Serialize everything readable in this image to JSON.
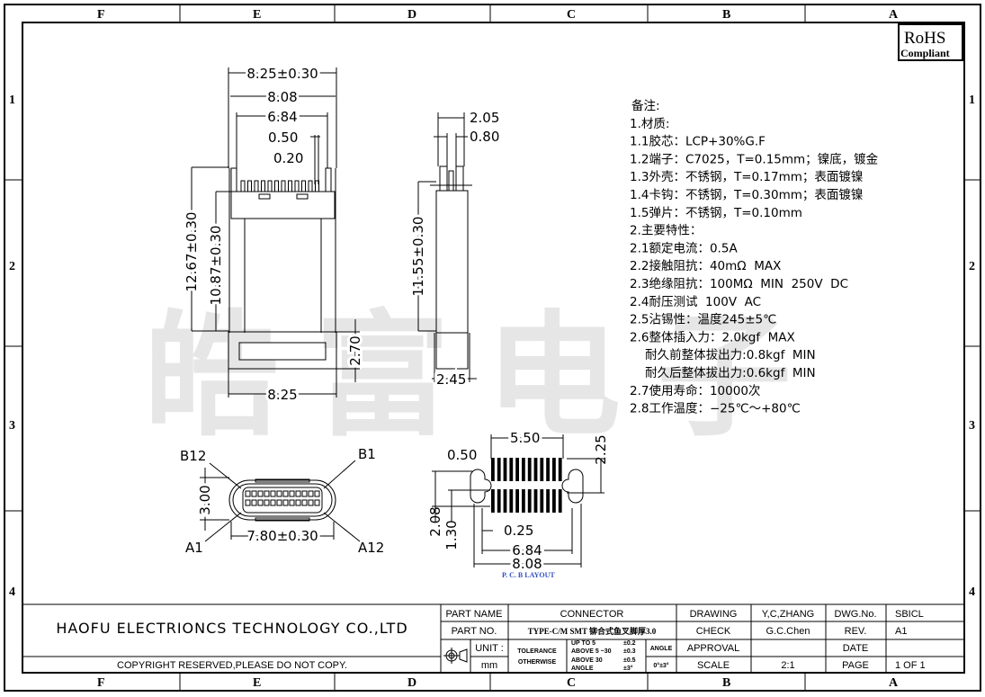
{
  "watermark": "皓富电子",
  "rohs": {
    "title": "RoHS",
    "subtitle": "Compliant"
  },
  "zones": {
    "columns": [
      "F",
      "E",
      "D",
      "C",
      "B",
      "A"
    ],
    "rows": [
      "1",
      "2",
      "3",
      "4"
    ]
  },
  "front_view": {
    "dims": [
      "8.25±0.30",
      "8.08",
      "6.84",
      "0.50",
      "0.20",
      "12.67±0.30",
      "10.87±0.30",
      "2.70",
      "8.25"
    ]
  },
  "side_view": {
    "dims": [
      "2.05",
      "0.80",
      "11.55±0.30",
      "2.45"
    ]
  },
  "end_view": {
    "labels": [
      "B12",
      "B1",
      "A1",
      "A12"
    ],
    "dims": [
      "3.00",
      "7.80±0.30"
    ]
  },
  "pcb_layout": {
    "dims": [
      "5.50",
      "0.50",
      "2.25",
      "2.08",
      "1.30",
      "0.25",
      "6.84",
      "8.08"
    ],
    "caption": "P. C. B   LAYOUT"
  },
  "notes": [
    "备注:",
    "1.材质:",
    "1.1胶芯：LCP+30%G.F",
    "1.2端子：C7025，T=0.15mm；镍底，镀金",
    "1.3外壳：不锈钢，T=0.17mm；表面镀镍",
    "1.4卡钩：不锈钢，T=0.30mm；表面镀镍",
    "1.5弹片：不锈钢，T=0.10mm",
    "2.主要特性：",
    "2.1额定电流：0.5A",
    "2.2接触阻抗：40mΩ  MAX",
    "2.3绝缘阻抗：100MΩ  MIN  250V  DC",
    "2.4耐压测试  100V  AC",
    "2.5沾锡性：温度245±5℃",
    "2.6整体插入力：2.0kgf  MAX",
    "    耐久前整体拔出力:0.8kgf  MIN",
    "    耐久后整体拔出力:0.6kgf  MIN",
    "2.7使用寿命：10000次",
    "2.8工作温度：−25℃～+80℃"
  ],
  "title_block": {
    "company": "HAOFU ELECTRIONCS TECHNOLOGY CO.,LTD",
    "copyright": "COPYRIGHT RESERVED,PLEASE DO NOT COPY.",
    "part_name_label": "PART NAME",
    "part_name": "CONNECTOR",
    "part_no_label": "PART NO.",
    "part_no": "TYPE-C/M SMT 铆合式鱼叉脚厚3.0",
    "unit_label": "UNIT :",
    "unit": "mm",
    "tolerance_label": "TOLERANCE",
    "otherwise_label": "OTHERWISE",
    "tolerances": [
      {
        "range": "UP TO 5",
        "value": "±0.2"
      },
      {
        "range": "ABOVE 5 ~30",
        "value": "±0.3"
      },
      {
        "range": "ABOVE 30",
        "value": "±0.5"
      },
      {
        "range": "ANGLE",
        "value": "±3°"
      }
    ],
    "angle_label": "ANGLE",
    "angle_value": "0°±3°",
    "drawing_label": "DRAWING",
    "drawing": "Y,C,ZHANG",
    "check_label": "CHECK",
    "check": "G.C.Chen",
    "approval_label": "APPROVAL",
    "approval": "",
    "scale_label": "SCALE",
    "scale": "2:1",
    "dwg_no_label": "DWG.No.",
    "dwg_no": "SBICL",
    "rev_label": "REV.",
    "rev": "A1",
    "date_label": "DATE",
    "date": "",
    "page_label": "PAGE",
    "page": "1  OF  1"
  }
}
